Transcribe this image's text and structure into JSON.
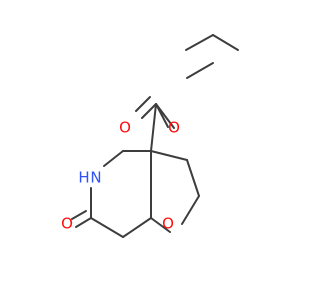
{
  "molecule": {
    "colors": {
      "bond": "#3d3d3d",
      "oxygen": "#ff0d0d",
      "nitrogen": "#3050f8"
    },
    "atom_labels": {
      "carbonyl_oxygen": "O",
      "ester_oxygen": "O",
      "ring_oxygen": "O",
      "lactam_oxygen": "O",
      "nitrogen": "N",
      "nitrogen_hydrogen": "H"
    }
  }
}
